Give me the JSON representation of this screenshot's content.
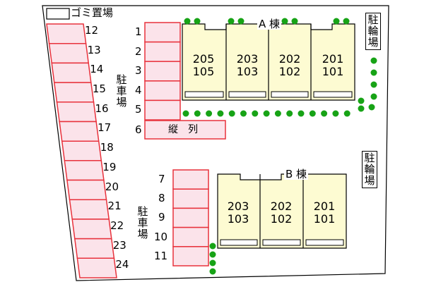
{
  "garbage_label": "ゴミ置場",
  "bike_parking_label": "駐\n輪\n場",
  "parking_label": "駐\n車\n場",
  "tandem_label": "縦　列",
  "building_a": {
    "name": "A 棟",
    "units": [
      {
        "upper": "205",
        "lower": "105"
      },
      {
        "upper": "203",
        "lower": "103"
      },
      {
        "upper": "202",
        "lower": "102"
      },
      {
        "upper": "201",
        "lower": "101"
      }
    ]
  },
  "building_b": {
    "name": "B 棟",
    "units": [
      {
        "upper": "203",
        "lower": "103"
      },
      {
        "upper": "202",
        "lower": "102"
      },
      {
        "upper": "201",
        "lower": "101"
      }
    ]
  },
  "parking_center": [
    "1",
    "2",
    "3",
    "4",
    "5",
    "6"
  ],
  "parking_lower": [
    "7",
    "8",
    "9",
    "10",
    "11"
  ],
  "parking_left": [
    "12",
    "13",
    "14",
    "15",
    "16",
    "17",
    "18",
    "19",
    "20",
    "21",
    "22",
    "23",
    "24"
  ],
  "colors": {
    "parking_fill": "#fbe3ea",
    "parking_stroke": "#e8323c",
    "building_fill": "#fdfbd2",
    "tree": "#17a316"
  }
}
